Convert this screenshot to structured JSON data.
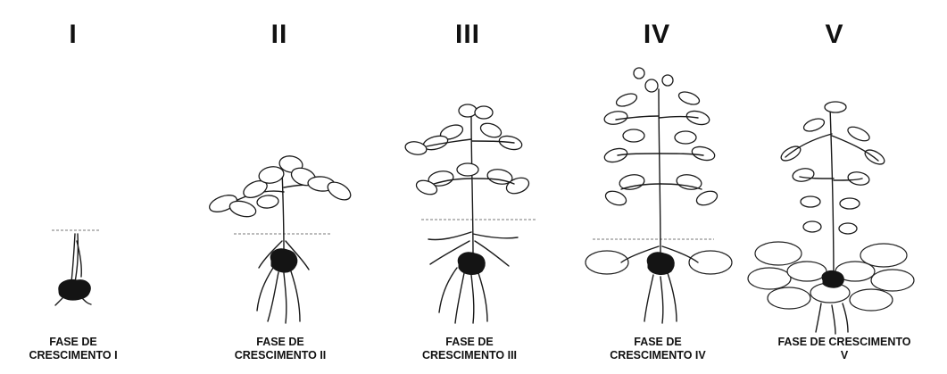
{
  "stages": [
    {
      "numeral": "I",
      "caption_line1": "FASE DE",
      "caption_line2": "CRESCIMENTO I"
    },
    {
      "numeral": "II",
      "caption_line1": "FASE DE",
      "caption_line2": "CRESCIMENTO II"
    },
    {
      "numeral": "III",
      "caption_line1": "FASE DE",
      "caption_line2": "CRESCIMENTO III"
    },
    {
      "numeral": "IV",
      "caption_line1": "FASE DE",
      "caption_line2": "CRESCIMENTO IV"
    },
    {
      "numeral": "V",
      "caption_line1": "FASE DE CRESCIMENTO",
      "caption_line2": "V"
    }
  ]
}
